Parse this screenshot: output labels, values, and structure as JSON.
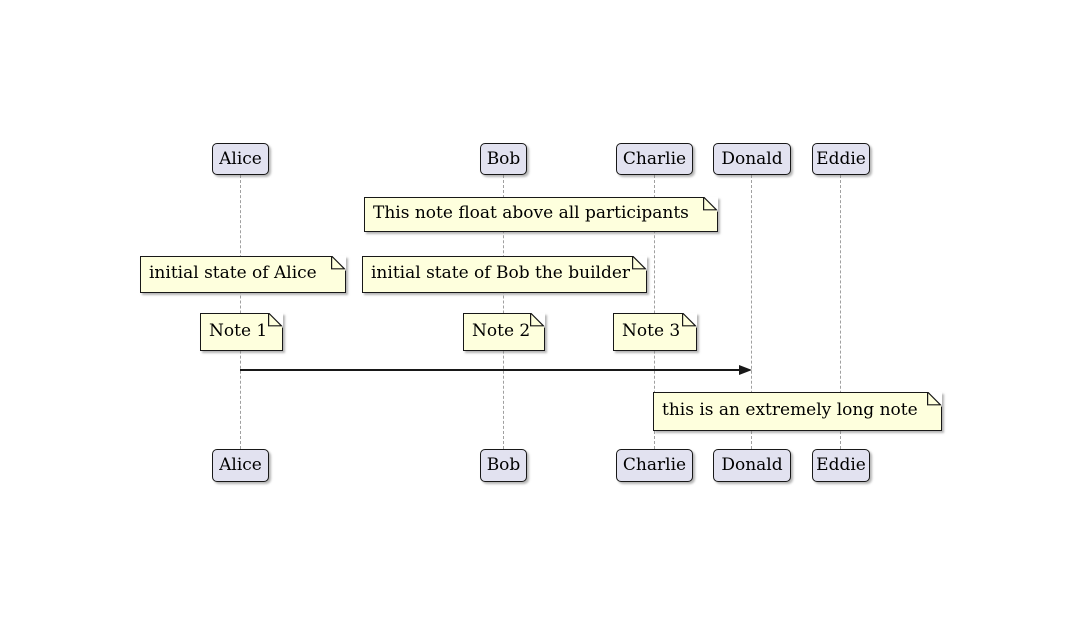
{
  "diagram_type": "plantuml-sequence-diagram",
  "participants": [
    {
      "name": "Alice"
    },
    {
      "name": "Bob"
    },
    {
      "name": "Charlie"
    },
    {
      "name": "Donald"
    },
    {
      "name": "Eddie"
    }
  ],
  "notes": {
    "floating": "This note float above all participants",
    "initial_alice": "initial state of Alice",
    "initial_bob": "initial state of Bob the builder",
    "note1": "Note 1",
    "note2": "Note 2",
    "note3": "Note 3",
    "long_note": "this is an extremely long note"
  },
  "message": {
    "from": "Alice",
    "to": "Donald",
    "label": ""
  },
  "colors": {
    "background": "#FFFFFF",
    "participant_fill": "#E2E2F0",
    "participant_border": "#181818",
    "note_fill": "#FEFFDD",
    "note_border": "#181818",
    "lifeline": "#A0A0A0",
    "arrow": "#181818",
    "text": "#000000"
  }
}
